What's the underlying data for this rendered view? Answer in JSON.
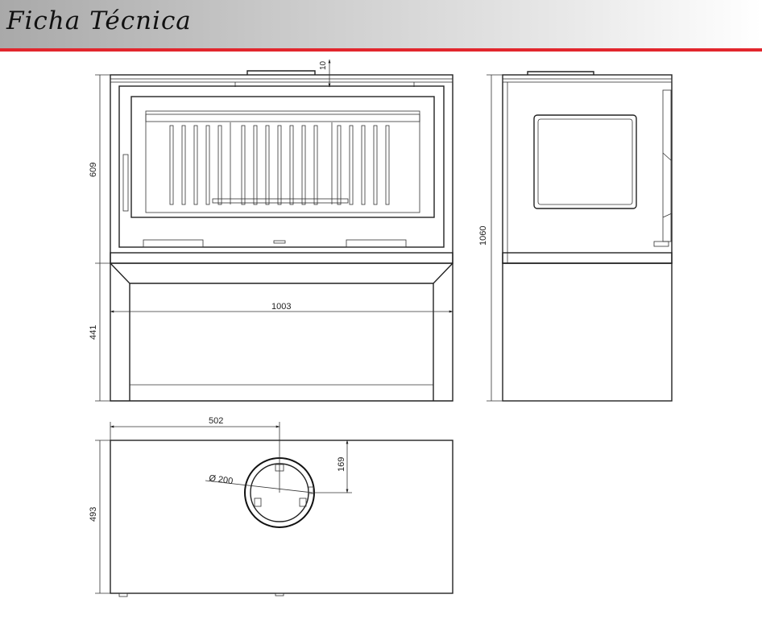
{
  "header": {
    "title": "Ficha Técnica",
    "accent_color": "#e2262d"
  },
  "dimensions": {
    "flue_offset": "10",
    "firebox_height": "609",
    "base_height": "441",
    "width": "1003",
    "total_height": "1060",
    "flue_position_x": "502",
    "flue_position_y": "169",
    "flue_diameter": "Ø 200",
    "depth": "493"
  }
}
